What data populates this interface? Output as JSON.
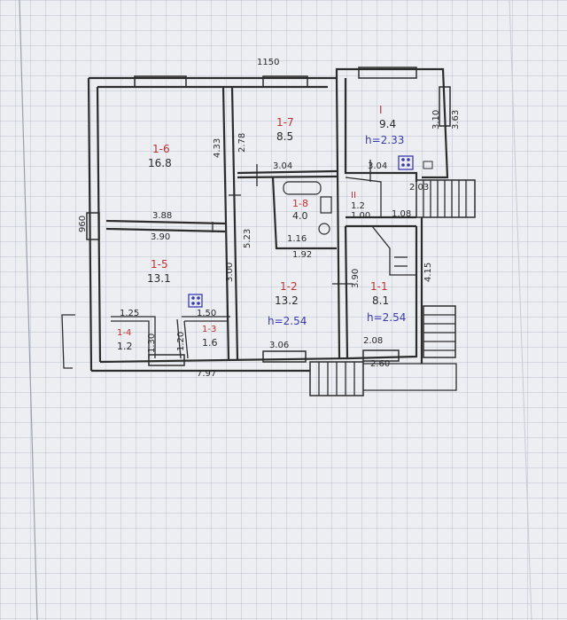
{
  "colors": {
    "ink": "#2a2a2a",
    "red_ink": "#c23030",
    "blue_ink": "#3a3ab0",
    "paper": "#eceef2"
  },
  "dimensions": {
    "top_width": "1150",
    "left_height": "960",
    "bottom_left": "7.97",
    "bottom_right": "2.60",
    "room6_right": "4.33",
    "room7_left": "2.78",
    "room7_bottom": "3.04",
    "room1_top": "3.04",
    "room_I_right_a": "3.10",
    "room_I_right_b": "3.63",
    "stair_width": "2.03",
    "mid_upper": "3.88",
    "mid_lower": "3.90",
    "room2_left": "3.00",
    "room2_left_b": "5.23",
    "room8_bottom": "1.16",
    "room8_lower": "1.92",
    "room_II_a": "1.00",
    "room_II_b": "1.08",
    "room1_right": "3.90",
    "room1_right_b": "4.15",
    "room4_width": "1.25",
    "room3_width": "1.50",
    "room4_height": "1.30",
    "room3_height": "1.20",
    "room2_bottom": "3.06",
    "room1_bottom": "2.08"
  },
  "rooms": {
    "r6": {
      "number": "1-6",
      "area": "16.8"
    },
    "r7": {
      "number": "1-7",
      "area": "8.5"
    },
    "rI": {
      "number": "I",
      "area": "9.4",
      "height": "h=2.33"
    },
    "r8": {
      "number": "1-8",
      "area": "4.0"
    },
    "rII": {
      "number": "II",
      "area": "1.2"
    },
    "r5": {
      "number": "1-5",
      "area": "13.1"
    },
    "r2": {
      "number": "1-2",
      "area": "13.2",
      "height": "h=2.54"
    },
    "r1": {
      "number": "1-1",
      "area": "8.1",
      "height": "h=2.54"
    },
    "r4": {
      "number": "1-4",
      "area": "1.2"
    },
    "r3": {
      "number": "1-3",
      "area": "1.6"
    }
  }
}
